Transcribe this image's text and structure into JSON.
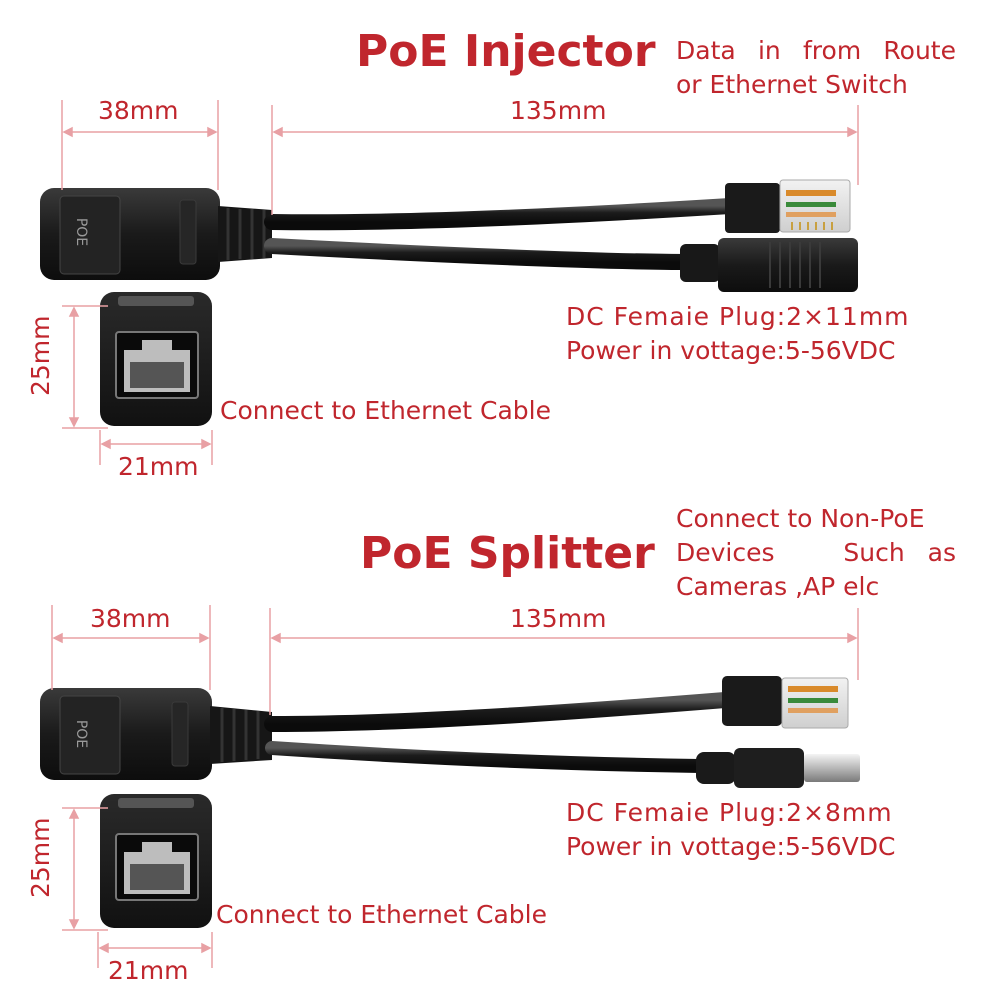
{
  "injector": {
    "title": "PoE Injector",
    "desc_line1": "Data in from Route",
    "desc_line2": "or Ethernet Switch",
    "dim_width": "38mm",
    "dim_length": "135mm",
    "dc_line1": "DC Femaie Plug:2×11mm",
    "dc_line2": "Power in vottage:5-56VDC",
    "dim_height": "25mm",
    "dim_depth": "21mm",
    "connect_label": "Connect to Ethernet Cable",
    "housing_mark": "POE"
  },
  "splitter": {
    "title": "PoE Splitter",
    "desc_line1": "Connect to Non-PoE",
    "desc_line2": "Devices   Such as",
    "desc_line3": "Cameras ,AP elc",
    "dim_width": "38mm",
    "dim_length": "135mm",
    "dc_line1": "DC Femaie Plug:2×8mm",
    "dc_line2": "Power in vottage:5-56VDC",
    "dim_height": "25mm",
    "dim_depth": "21mm",
    "connect_label": "Connect to Ethernet Cable",
    "housing_mark": "POE"
  },
  "colors": {
    "accent": "#c0262d",
    "product": "#1a1a1a",
    "dimension_line": "#e8a0a4"
  }
}
